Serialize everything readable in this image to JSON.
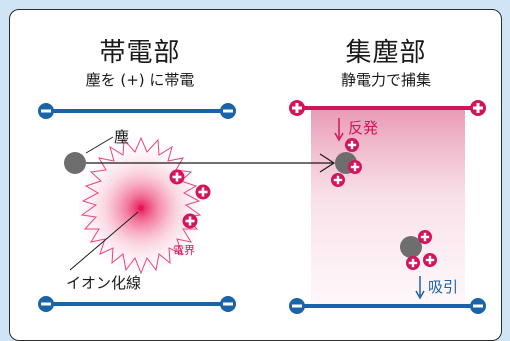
{
  "left": {
    "title": "帯電部",
    "subtitle": "塵を (+) に帯電",
    "particle_label": "塵",
    "field_label": "電界",
    "ion_wire_label": "イオン化線"
  },
  "right": {
    "title": "集塵部",
    "subtitle": "静電力で捕集",
    "repulsion_label": "反発",
    "attraction_label": "吸引"
  },
  "colors": {
    "background": "#cfe4f4",
    "negative_plate": "#1b63a8",
    "positive_plate": "#d4145a",
    "particle": "#6e6e6e",
    "field_glow": "#ee3f7a"
  },
  "icons": {
    "plus": "plus-circle-icon",
    "minus": "minus-circle-icon"
  }
}
